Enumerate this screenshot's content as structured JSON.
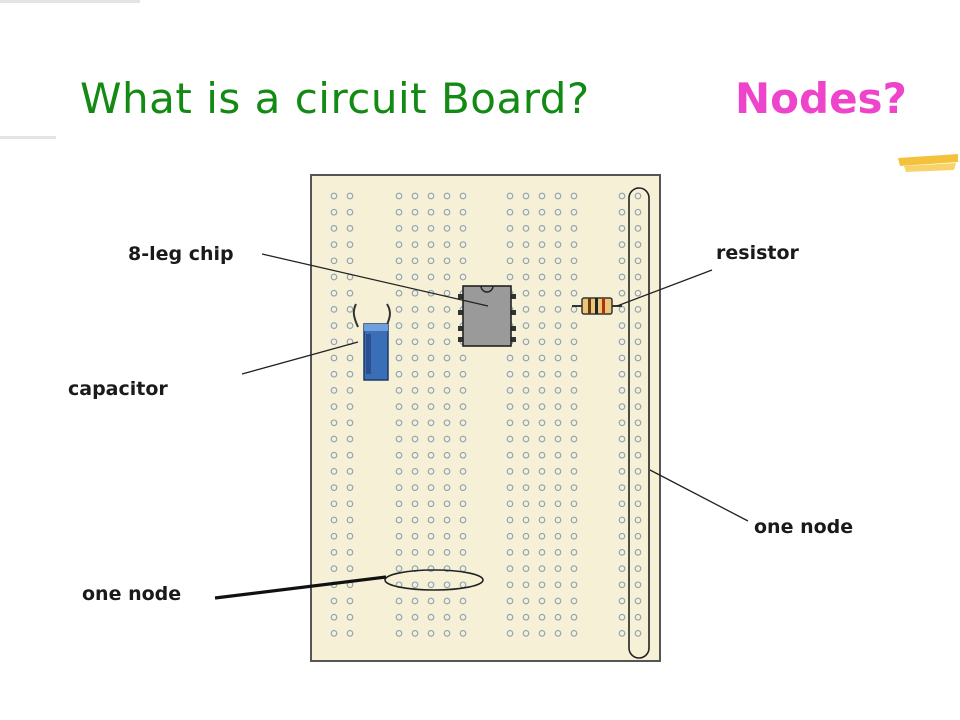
{
  "slide": {
    "title": "What is a circuit Board?",
    "subtitle": "Nodes?"
  },
  "colors": {
    "title": "#138a13",
    "subtitle": "#ee44cc",
    "board": "#f6f1d6",
    "hole": "#8aa0b4",
    "capacitor": "#3a6fb8",
    "chip": "#9a9a9a",
    "resistor": "#e8c878",
    "highlighter": "#f3c23a"
  },
  "labels": {
    "chip": "8-leg chip",
    "resistor": "resistor",
    "capacitor": "capacitor",
    "node_right": "one node",
    "node_left": "one node"
  },
  "icons": [
    "capacitor-icon",
    "chip-icon",
    "resistor-icon",
    "highlighter-mark-icon"
  ]
}
